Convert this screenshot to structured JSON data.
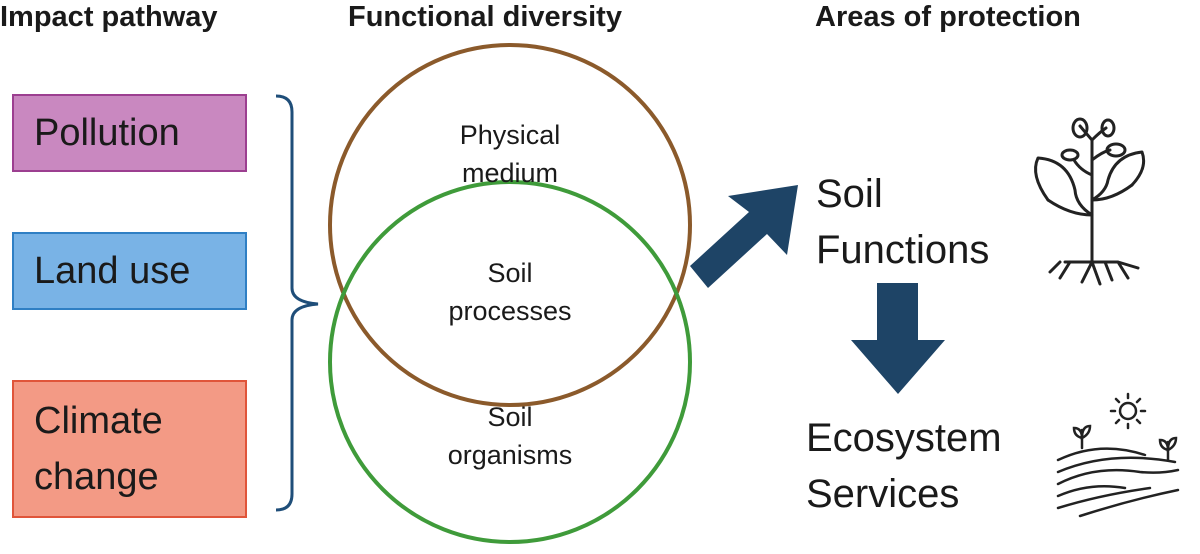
{
  "headers": {
    "impact": "Impact pathway",
    "functional": "Functional diversity",
    "areas": "Areas of protection"
  },
  "pathways": [
    {
      "label": "Pollution"
    },
    {
      "label": "Land use"
    },
    {
      "label": "Climate change",
      "line1": "Climate",
      "line2": "change"
    }
  ],
  "circle_labels": {
    "physical": {
      "line1": "Physical",
      "line2": "medium"
    },
    "processes": {
      "line1": "Soil",
      "line2": "processes"
    },
    "organisms": {
      "line1": "Soil",
      "line2": "organisms"
    }
  },
  "outputs": {
    "functions": {
      "line1": "Soil",
      "line2": "Functions"
    },
    "services": {
      "line1": "Ecosystem",
      "line2": "Services"
    }
  },
  "colors": {
    "pollution_fill": "#c988c0",
    "pollution_border": "#9c3f90",
    "landuse_fill": "#79b3e6",
    "landuse_border": "#2f7fc4",
    "climate_fill": "#f39a85",
    "climate_border": "#e0553a",
    "brace": "#1f4e79",
    "circle_brown": "#8b5a2b",
    "circle_green": "#3f9b3a",
    "arrow": "#1e4466"
  },
  "icons": [
    "plant-with-roots-icon",
    "field-sun-sprouts-icon"
  ]
}
